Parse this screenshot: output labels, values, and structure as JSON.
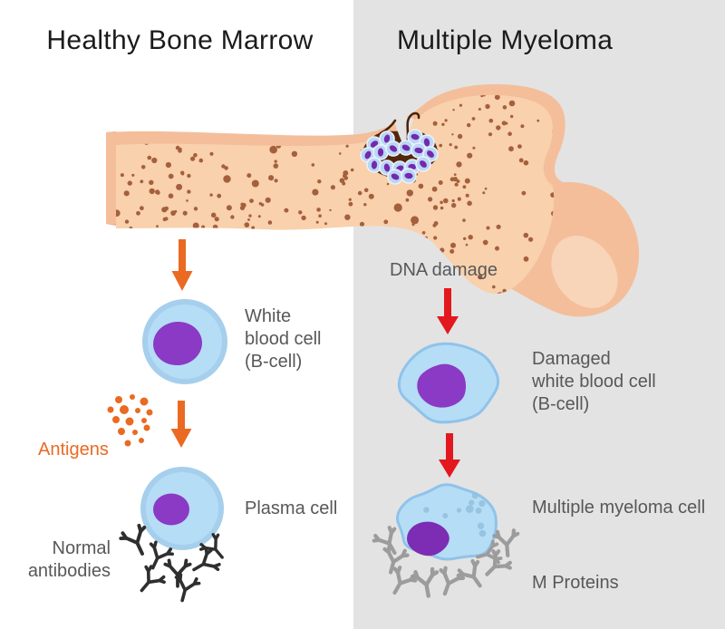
{
  "left_panel": {
    "title": "Healthy Bone Marrow",
    "white_blood_cell_label": "White\nblood cell\n(B-cell)",
    "antigens_label": "Antigens",
    "plasma_cell_label": "Plasma cell",
    "normal_antibodies_label": "Normal\nantibodies"
  },
  "right_panel": {
    "title": "Multiple Myeloma",
    "dna_damage_label": "DNA damage",
    "damaged_wbc_label": "Damaged\nwhite blood cell\n(B-cell)",
    "myeloma_cell_label": "Multiple myeloma cell",
    "m_proteins_label": "M Proteins"
  },
  "icons": {
    "orange_arrow": "down-arrow",
    "red_arrow": "down-arrow",
    "antibody": "y-shape",
    "antigen": "dot-cluster"
  },
  "colors": {
    "panel_left_bg": "#FFFFFF",
    "panel_right_bg": "#E3E3E3",
    "title_text": "#1B1B1B",
    "label_text": "#57585A",
    "accent_orange": "#EA6A22",
    "accent_red": "#E3181E",
    "bone_cortex": "#F4BE9A",
    "bone_marrow": "#F9D1AC",
    "bone_edge": "#EEAB84",
    "bone_highlight": "#F8D4B8",
    "marrow_speckle": "#A4603C",
    "cell_fill": "#B6DDF6",
    "cell_rim": "#A5CFEC",
    "cell_outline": "#8FC3EA",
    "cell_inner_speckle": "#8FBEDC",
    "nucleus_purple": "#8A3AC4",
    "nucleus_deep_purple": "#7C2DB4",
    "tumor_dark": "#53270C",
    "tumor_cell_fill": "#BAD6F4",
    "tumor_cell_outline": "#E9F1FC",
    "tumor_nucleus": "#7329AE",
    "antibody_dark": "#2F2F2F",
    "protein_gray": "#9C9C9C"
  }
}
